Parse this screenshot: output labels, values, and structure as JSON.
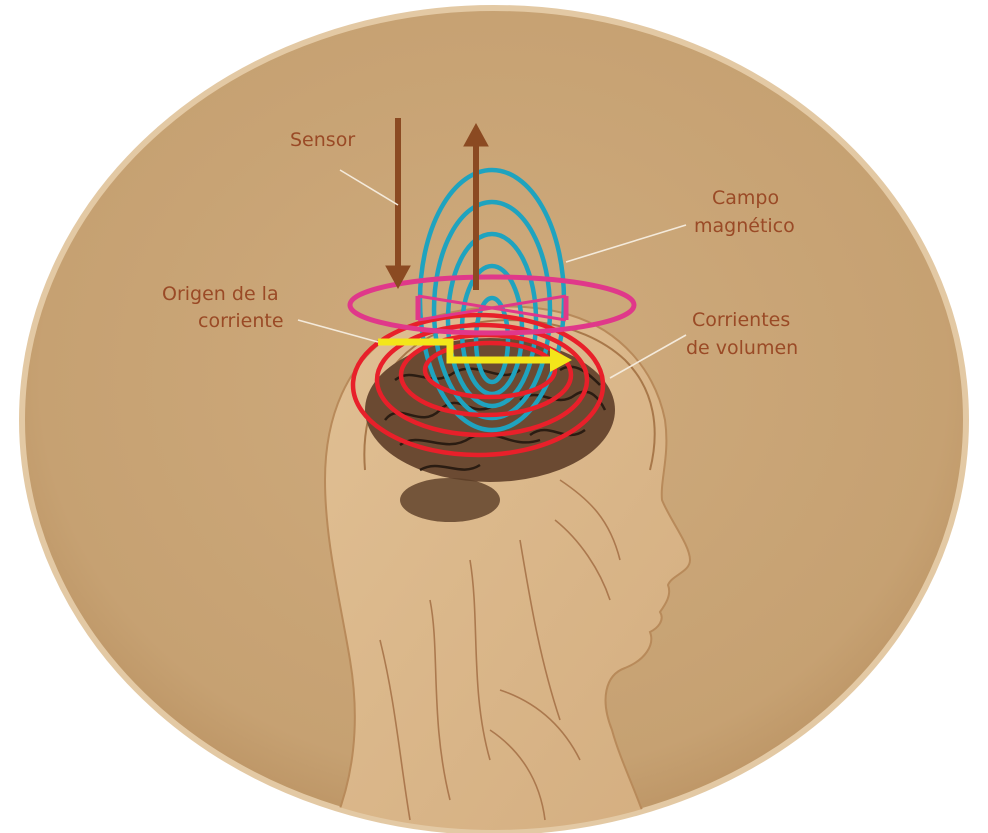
{
  "labels": {
    "sensor": "Sensor",
    "campo_line1": "Campo",
    "campo_line2": "magnético",
    "origen_line1": "Origen de la",
    "origen_line2": "corriente",
    "corrientes_line1": "Corrientes",
    "corrientes_line2": "de volumen"
  },
  "colors": {
    "background_disc": "#c9a577",
    "label_text": "#9a4a26",
    "sensor_arrows": "#8b4a22",
    "magnetic_field": "#1fa3bf",
    "volume_currents": "#e8202a",
    "sensor_ring": "#e0388a",
    "current_origin": "#f3e61a"
  }
}
